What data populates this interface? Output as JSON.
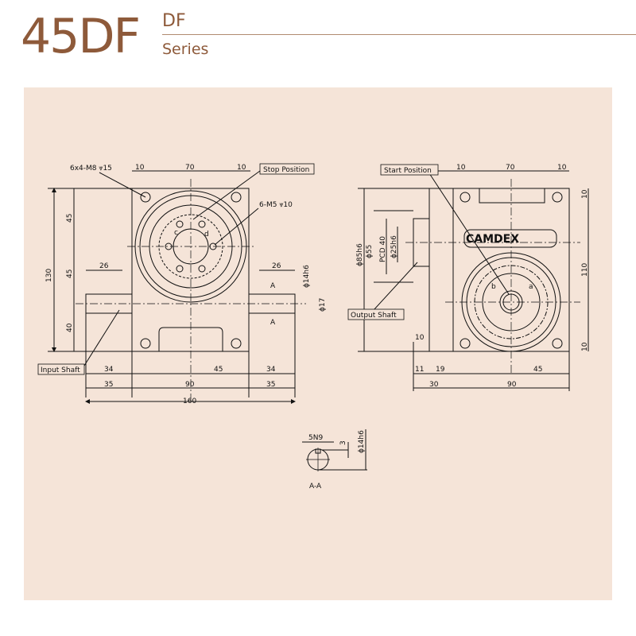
{
  "header": {
    "model": "45DF",
    "series_code": "DF",
    "series_label": "Series"
  },
  "colors": {
    "title": "#8e5a3a",
    "panel_bg": "#f5e4d8",
    "line": "#111111"
  },
  "front_view": {
    "callouts": {
      "mount_holes": "6x4-M8 ⩔15",
      "stop_position": "Stop Position",
      "output_holes": "6-M5 ⩔10",
      "input_shaft": "Input Shaft"
    },
    "dims_top": [
      "10",
      "70",
      "10"
    ],
    "dims_left": [
      "130",
      "45",
      "45",
      "40"
    ],
    "shaft_dims": {
      "left_len": "26",
      "right_len": "26",
      "key_dia": "ϕ14h6",
      "shaft_dia": "ϕ17"
    },
    "section_marks": [
      "A",
      "A"
    ],
    "rotation_labels": [
      "c",
      "d"
    ],
    "dims_bottom_row1": [
      "34",
      "45",
      "34"
    ],
    "dims_bottom_row2": [
      "35",
      "90",
      "35"
    ],
    "dims_bottom_total": "160"
  },
  "side_view": {
    "callouts": {
      "start_position": "Start Position",
      "output_shaft": "Output Shaft"
    },
    "brand": "CAMDEX",
    "dims_top": [
      "10",
      "70",
      "10"
    ],
    "dims_left": [
      "ϕ85h6",
      "ϕ55",
      "PCD 40",
      "ϕ25h6"
    ],
    "dims_right": [
      "10",
      "110",
      "10"
    ],
    "rotation_labels": [
      "b",
      "a"
    ],
    "dims_bottom_row0": "10",
    "dims_bottom_row1": [
      "11",
      "19",
      "45"
    ],
    "dims_bottom_row2": [
      "30",
      "90"
    ]
  },
  "section_view": {
    "key_width": "5N9",
    "key_depth": "3",
    "shaft_dia": "ϕ14h6",
    "label": "A-A"
  }
}
